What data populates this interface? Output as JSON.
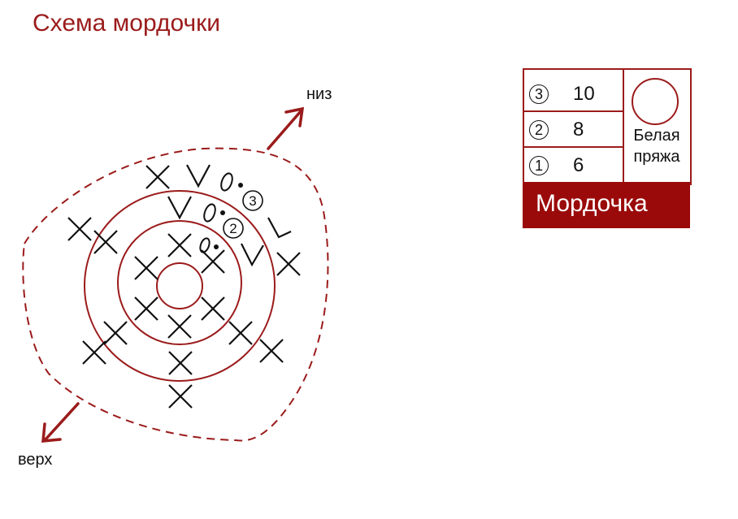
{
  "title": "Схема мордочки",
  "direction_labels": {
    "top": "низ",
    "bottom": "верх"
  },
  "rows": [
    {
      "row": "3",
      "stitches": "10"
    },
    {
      "row": "2",
      "stitches": "8"
    },
    {
      "row": "1",
      "stitches": "6"
    }
  ],
  "yarn_label": "Белая пряжа",
  "part_label": "Мордочка",
  "colors": {
    "accent": "#9b1b1b",
    "footer": "#9b0a0a",
    "ink": "#111111"
  },
  "symbol_icons": [
    "single-crochet-x",
    "increase-v",
    "chain-oval",
    "slip-stitch-dot",
    "magic-ring"
  ]
}
